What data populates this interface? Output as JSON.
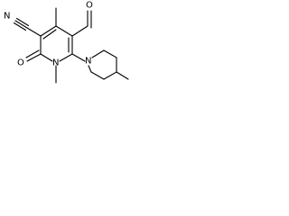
{
  "molecule": {
    "atom_labels": {
      "cyano_nitrogen": "N",
      "aldehyde_oxygen": "O",
      "carbonyl_oxygen": "O",
      "ring_nitrogen": "N",
      "piperidine_nitrogen": "N"
    }
  }
}
